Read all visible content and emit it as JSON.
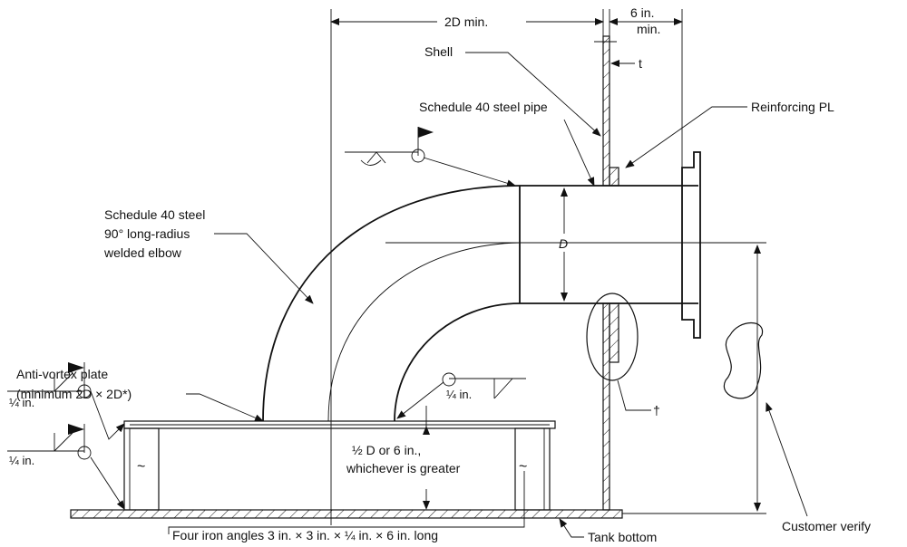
{
  "labels": {
    "dim_2d": "2D min.",
    "dim_6in_1": "6 in.",
    "dim_6in_2": "min.",
    "shell": "Shell",
    "t_top": "t",
    "schedule_pipe": "Schedule 40 steel pipe",
    "reinforcing": "Reinforcing PL",
    "elbow_1": "Schedule 40 steel",
    "elbow_2": "90° long-radius",
    "elbow_3": "welded elbow",
    "d_label": "D",
    "antivortex_1": "Anti-vortex plate",
    "antivortex_2": "(minimum 2D × 2D*)",
    "weld_quarter_1": "¼ in.",
    "weld_quarter_2": "¼ in.",
    "weld_quarter_3": "¼ in.",
    "half_d_1": "½ D or 6 in.,",
    "half_d_2": "whichever is greater",
    "dagger": "†",
    "customer": "Customer verify",
    "angles": "Four iron angles 3 in. × 3 in. × ¼ in. × 6 in. long",
    "tank_bottom": "Tank bottom"
  }
}
